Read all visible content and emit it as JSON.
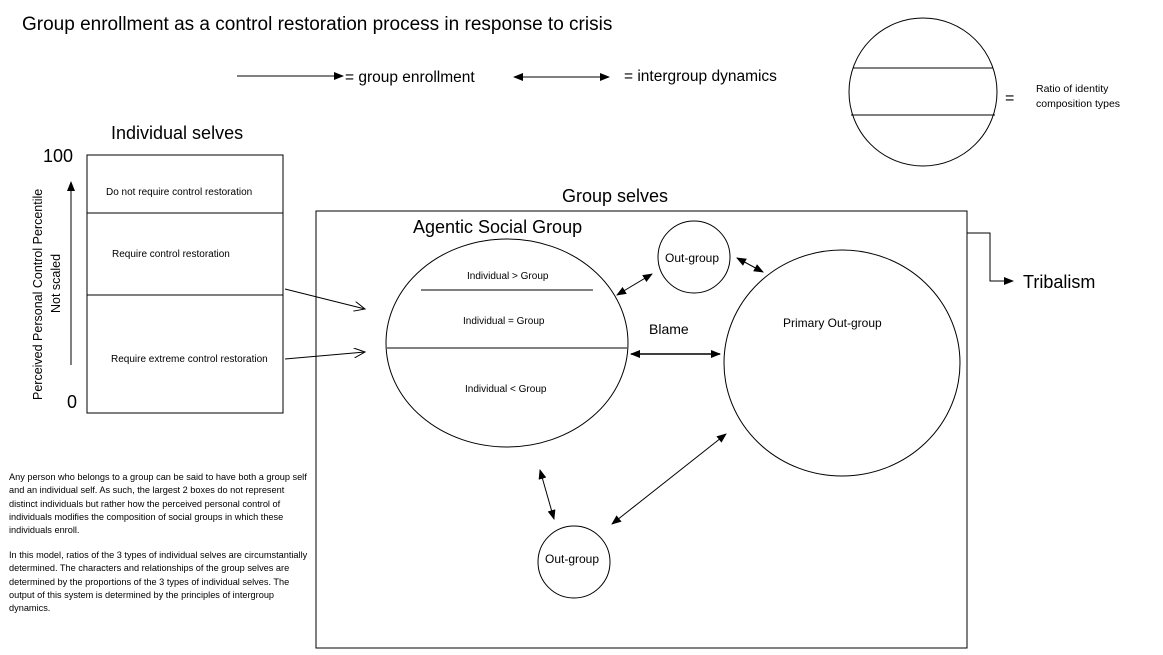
{
  "title": "Group enrollment as a control restoration process in response to crisis",
  "legend": {
    "enrollment_label": "= group enrollment",
    "dynamics_label": "= intergroup dynamics",
    "equals": "=",
    "ratio_line1": "Ratio of identity",
    "ratio_line2": "composition types"
  },
  "individual_selves": {
    "heading": "Individual selves",
    "top_value": "100",
    "bottom_value": "0",
    "axis_label": "Perceived Personal Control Percentile",
    "axis_sublabel": "Not scaled",
    "rows": [
      "Do not require control restoration",
      "Require control restoration",
      "Require extreme control restoration"
    ]
  },
  "group_selves": {
    "heading": "Group selves",
    "box_title": "Agentic Social Group",
    "segments": [
      "Individual > Group",
      "Individual = Group",
      "Individual < Group"
    ],
    "outgroup_small_top": "Out-group",
    "outgroup_bottom": "Out-group",
    "primary_outgroup": "Primary Out-group",
    "blame": "Blame",
    "output": "Tribalism"
  },
  "notes": [
    "Any person who belongs to a group can be said to have both a group self and an individual self. As such, the largest 2 boxes do not represent distinct individuals but rather how the perceived personal control of individuals modifies the composition of social groups in which these individuals enroll.",
    "In this model, ratios of the 3 types of individual selves are circumstantially determined. The characters and relationships of the group selves are determined by the proportions of the 3 types of individual selves. The output of this system is determined by the principles of intergroup dynamics."
  ]
}
